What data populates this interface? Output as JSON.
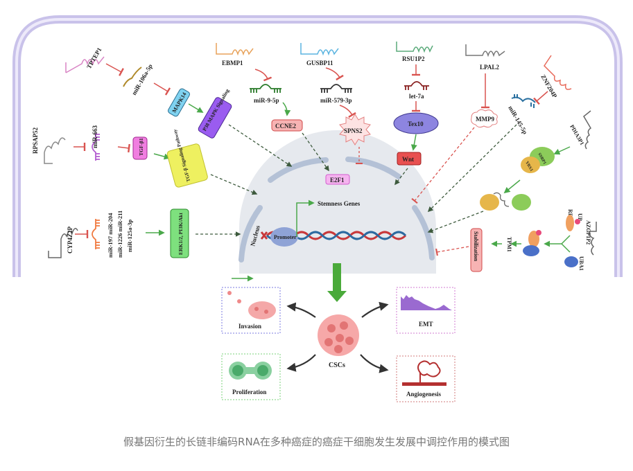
{
  "caption": "假基因衍生的长链非编码RNA在多种癌症的癌症干细胞发生发展中调控作用的模式图",
  "colors": {
    "membrane": "#c9c2ea",
    "membrane_inner": "#e9e5f8",
    "nucleus": "#e6e9ee",
    "envelope": "#b4c1d6",
    "inhibit": "#d9534f",
    "activate": "#4aa84a",
    "dashed": "#3d5a3d"
  },
  "lncrnas": [
    {
      "id": "TPTEP1",
      "label": "TPTEP1",
      "color": "#d884c4"
    },
    {
      "id": "EBMP1",
      "label": "EBMP1",
      "color": "#e8a25a"
    },
    {
      "id": "GUSBP11",
      "label": "GUSBP11",
      "color": "#5ab4e0"
    },
    {
      "id": "RSU1P2",
      "label": "RSU1P2",
      "color": "#5aaa7a"
    },
    {
      "id": "LPAL2",
      "label": "LPAL2",
      "color": "#777777"
    },
    {
      "id": "ZNF204P",
      "label": "ZNF204P",
      "color": "#e86a5a"
    },
    {
      "id": "RPSAP52",
      "label": "RPSAP52",
      "color": "#888888"
    },
    {
      "id": "PDIA3P1",
      "label": "PDIA3P1",
      "color": "#666666"
    },
    {
      "id": "CYP4Z2P",
      "label": "CYP4Z2P",
      "color": "#666666"
    },
    {
      "id": "AZGP1P2",
      "label": "AZGP1P2",
      "color": "#666666"
    }
  ],
  "mirnas": {
    "mir106a": "miR-106a-5p",
    "mir9": "miR-9-5p",
    "mir579": "miR-579-3p",
    "let7a": "let-7a",
    "mir145": "miR-145-5p",
    "mir663": "miR-663",
    "mir_group_line1": "miR-197  miR-204",
    "mir_group_line2": "miR-1226 miR-211",
    "mir_group_line3": "miR-125a-3p"
  },
  "nodes": {
    "mapk14": "MAPK14",
    "p38": "P38 MAPK Signaling",
    "ccne2": "CCNE2",
    "spns2": "SPNS2",
    "tex10": "Tex10",
    "wnt": "Wnt",
    "mmp9": "MMP9",
    "tgfb1": "TGF-β1",
    "tgf_pathway": "TGF-β Signaling Pathway",
    "erk": "ERK1/2, PI3K/Akt",
    "e2f1": "E2F1",
    "stemness": "Stemness Genes",
    "promoter": "Promoter",
    "nucleus": "Nucleus",
    "stabilization": "Stabilization",
    "tpm1": "TPM1",
    "rbm15": "RBM15",
    "ub": "UB",
    "uba1": "UBA1",
    "ybx1": "YBX1",
    "ssrp1": "SSRP1"
  },
  "outcomes": {
    "center": "CSCs",
    "invasion": "Invasion",
    "emt": "EMT",
    "proliferation": "Proliferation",
    "angiogenesis": "Angiogenesis"
  }
}
